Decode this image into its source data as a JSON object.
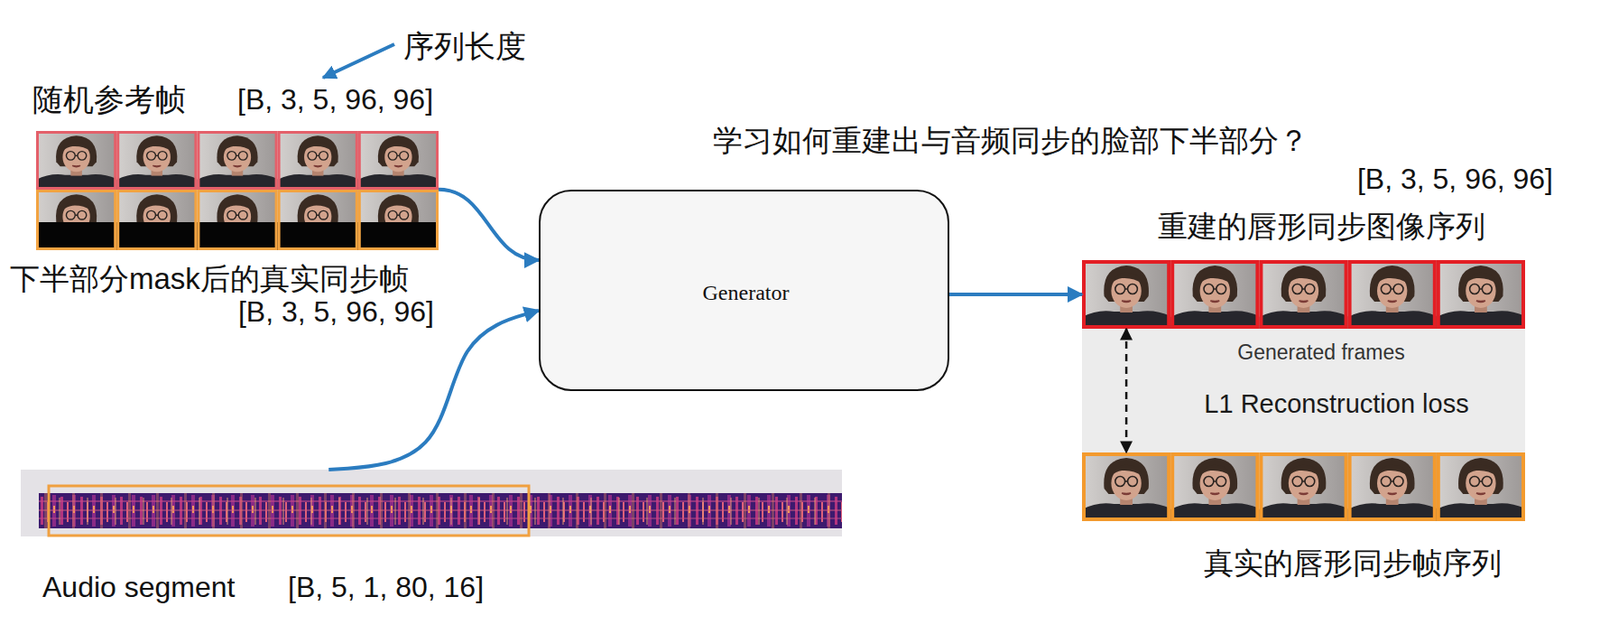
{
  "diagram": {
    "nodes": [
      {
        "text": [
          "随机参考帧",
          "[B, 3, 5, 96, 96]",
          "下半部分mask后的真实同步帧",
          "[B, 3, 5, 96, 96]"
        ]
      },
      {
        "text": [
          "Audio segment",
          "[B, 5, 1, 80, 16]"
        ]
      },
      {
        "text": [
          "Generator"
        ]
      },
      {
        "text": [
          "Generated frames",
          "L1 Reconstruction loss"
        ]
      },
      {
        "text": [
          "重建的唇形同步图像序列",
          "[B, 3, 5, 96, 96]"
        ],
        "in": 3
      },
      {
        "text": [
          "真实的唇形同步帧序列"
        ],
        "in": 3
      }
    ],
    "edges": [
      {
        "from": 0,
        "to": 2,
        "arrow": "to"
      },
      {
        "from": 1,
        "to": 2,
        "arrow": "to"
      },
      {
        "from": 2,
        "to": 4,
        "arrow": "to"
      },
      {
        "from": 4,
        "to": 5,
        "arrow": "both"
      }
    ],
    "labels": [
      "序列长度",
      "学习如何重建出与音频同步的脸部下半部分？"
    ]
  }
}
